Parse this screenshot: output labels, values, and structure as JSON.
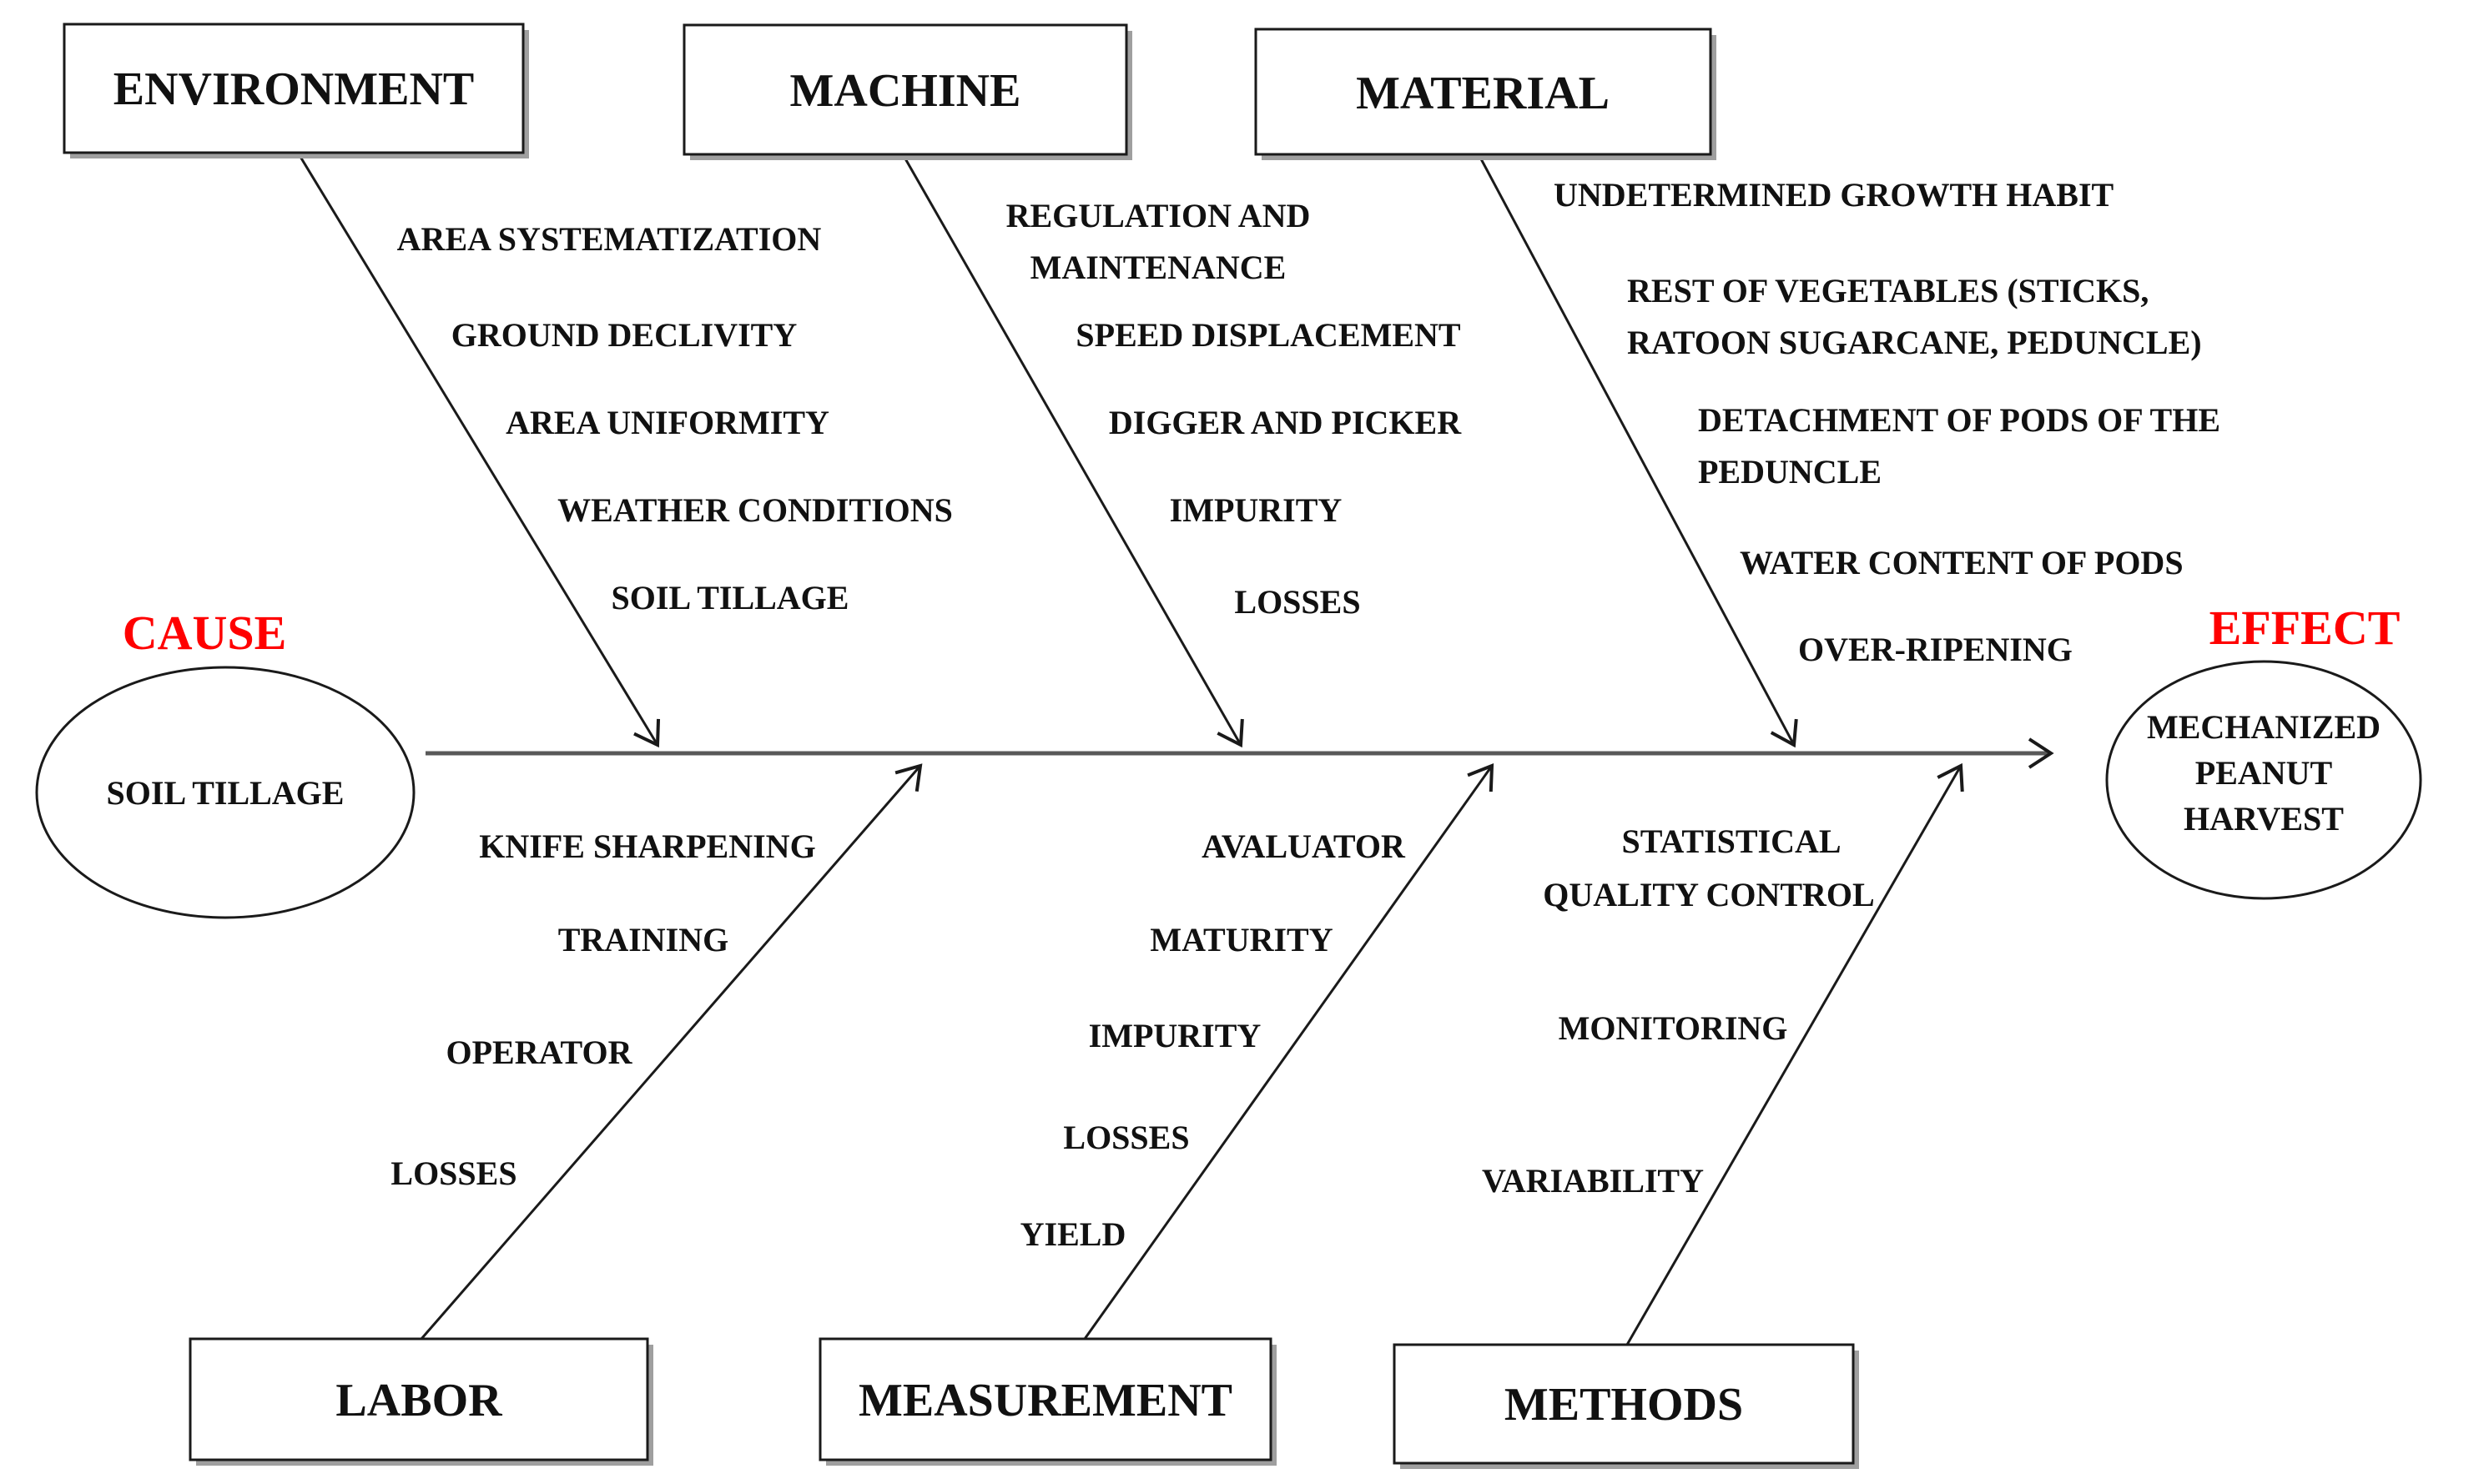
{
  "fishbone": {
    "colors": {
      "accent": "#ff0000",
      "ink": "#111111",
      "line": "#1a1a1a",
      "spine": "#595959",
      "box_shadow": "#9f9f9f",
      "background": "#ffffff"
    },
    "cause": {
      "keyword": "CAUSE",
      "node_lines": [
        "SOIL TILLAGE"
      ]
    },
    "effect": {
      "keyword": "EFFECT",
      "node_lines": [
        "MECHANIZED",
        "PEANUT",
        "HARVEST"
      ]
    },
    "branches": [
      {
        "id": "environment",
        "label": "ENVIRONMENT",
        "position": "top",
        "causes": [
          [
            "AREA SYSTEMATIZATION"
          ],
          [
            "GROUND DECLIVITY"
          ],
          [
            "AREA UNIFORMITY"
          ],
          [
            "WEATHER CONDITIONS"
          ],
          [
            "SOIL TILLAGE"
          ]
        ]
      },
      {
        "id": "machine",
        "label": "MACHINE",
        "position": "top",
        "causes": [
          [
            "REGULATION AND",
            "MAINTENANCE"
          ],
          [
            "SPEED DISPLACEMENT"
          ],
          [
            "DIGGER AND PICKER"
          ],
          [
            "IMPURITY"
          ],
          [
            "LOSSES"
          ]
        ]
      },
      {
        "id": "material",
        "label": "MATERIAL",
        "position": "top",
        "causes": [
          [
            "UNDETERMINED GROWTH HABIT"
          ],
          [
            "REST OF VEGETABLES (STICKS,",
            "RATOON SUGARCANE, PEDUNCLE)"
          ],
          [
            "DETACHMENT OF PODS OF THE",
            "PEDUNCLE"
          ],
          [
            "WATER CONTENT OF PODS"
          ],
          [
            "OVER-RIPENING"
          ]
        ]
      },
      {
        "id": "labor",
        "label": "LABOR",
        "position": "bottom",
        "causes": [
          [
            "KNIFE SHARPENING"
          ],
          [
            "TRAINING"
          ],
          [
            "OPERATOR"
          ],
          [
            "LOSSES"
          ]
        ]
      },
      {
        "id": "measurement",
        "label": "MEASUREMENT",
        "position": "bottom",
        "causes": [
          [
            "AVALUATOR"
          ],
          [
            "MATURITY"
          ],
          [
            "IMPURITY"
          ],
          [
            "LOSSES"
          ],
          [
            "YIELD"
          ]
        ]
      },
      {
        "id": "methods",
        "label": "METHODS",
        "position": "bottom",
        "causes": [
          [
            "STATISTICAL",
            "QUALITY CONTROL"
          ],
          [
            "MONITORING"
          ],
          [
            "VARIABILITY"
          ]
        ]
      }
    ]
  }
}
